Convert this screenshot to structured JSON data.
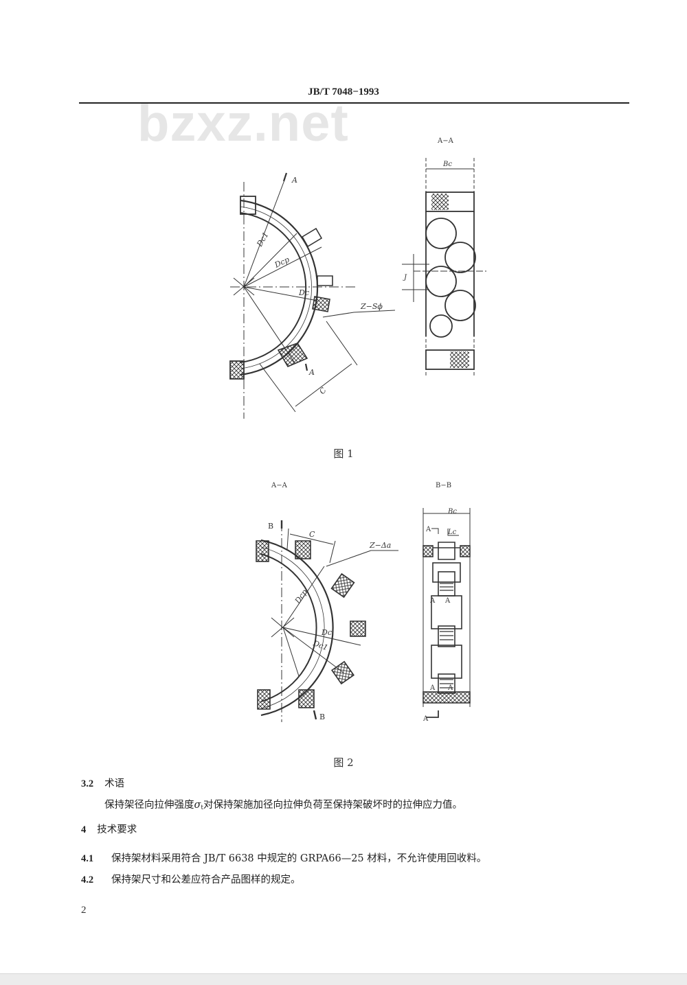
{
  "header": {
    "standard_code": "JB/T 7048−1993"
  },
  "watermark": {
    "text": "bzxz.net"
  },
  "figure1": {
    "caption": "图 1",
    "main_view": {
      "section_marks": [
        "A",
        "A"
      ],
      "dims": {
        "dc1": "Dc1",
        "dcp": "Dcp",
        "dc": "Dc",
        "c": "C",
        "callout": "Z−Sϕ"
      }
    },
    "section_view": {
      "title": "A−A",
      "dims": {
        "bc": "Bc",
        "j": "J"
      }
    }
  },
  "figure2": {
    "caption": "图 2",
    "main_view": {
      "title": "A−A",
      "section_marks": [
        "B",
        "B"
      ],
      "dims": {
        "c": "C",
        "dcp": "Dcp",
        "dc": "Dc",
        "dc1": "Dc1",
        "callout": "Z−Δa"
      }
    },
    "section_view": {
      "title": "B−B",
      "dims": {
        "bc": "Bc",
        "lc": "Lc"
      },
      "marks": [
        "A",
        "A",
        "A",
        "A",
        "A",
        "A"
      ]
    }
  },
  "sections": {
    "s3_2": {
      "number": "3.2",
      "title": "术语",
      "text_before": "保持架径向拉伸强度",
      "symbol": "σ",
      "symbol_sub": "t",
      "text_after": "对保持架施加径向拉伸负荷至保持架破坏时的拉伸应力值。"
    },
    "s4": {
      "number": "4",
      "title": "技术要求"
    },
    "s4_1": {
      "number": "4.1",
      "text": "保持架材料采用符合 JB/T 6638 中规定的 GRPA66—25 材料，不允许使用回收料。"
    },
    "s4_2": {
      "number": "4.2",
      "text": "保持架尺寸和公差应符合产品图样的规定。"
    }
  },
  "footer": {
    "page_number": "2"
  }
}
